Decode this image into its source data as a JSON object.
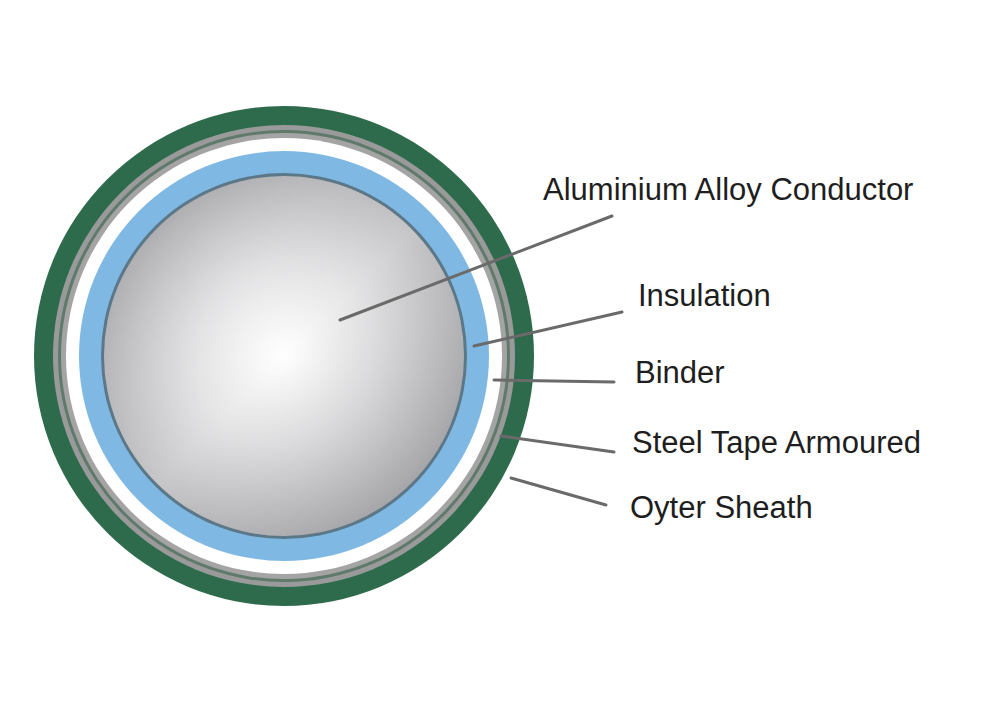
{
  "diagram": {
    "labels": [
      "Aluminium Alloy Conductor",
      "Insulation",
      "Binder",
      "Steel Tape Armoured",
      "Oyter Sheath"
    ]
  }
}
